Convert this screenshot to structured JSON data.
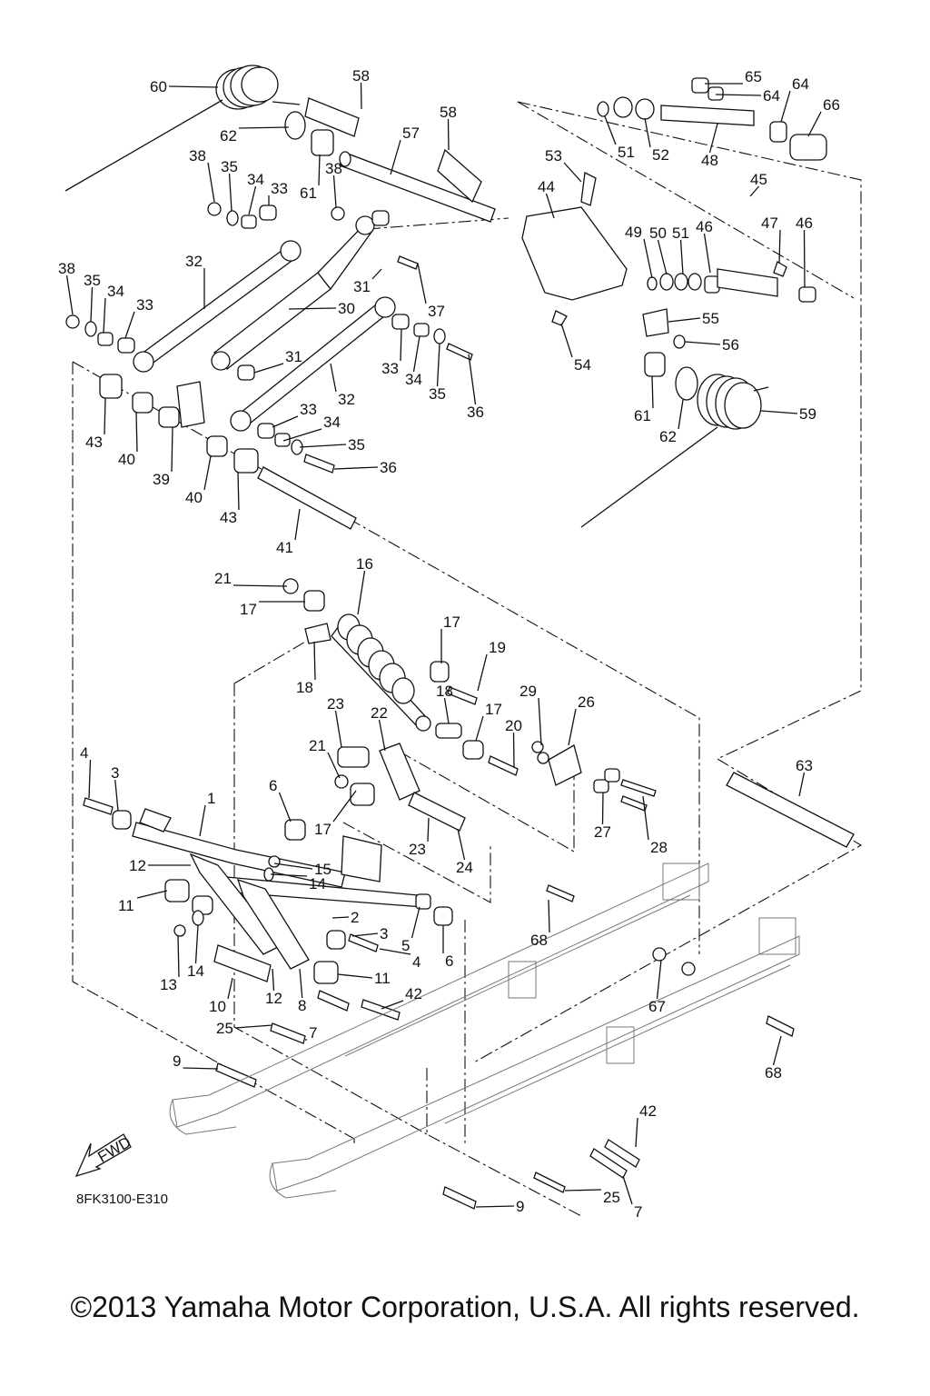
{
  "diagram_code": "8FK3100-E310",
  "copyright": "©2013 Yamaha Motor Corporation, U.S.A. All rights reserved.",
  "fwd_label": "FWD",
  "callouts": [
    {
      "id": "c60",
      "text": "60"
    },
    {
      "id": "c58a",
      "text": "58"
    },
    {
      "id": "c58b",
      "text": "58"
    },
    {
      "id": "c62a",
      "text": "62"
    },
    {
      "id": "c57",
      "text": "57"
    },
    {
      "id": "c38a",
      "text": "38"
    },
    {
      "id": "c35a",
      "text": "35"
    },
    {
      "id": "c34a",
      "text": "34"
    },
    {
      "id": "c33a",
      "text": "33"
    },
    {
      "id": "c61a",
      "text": "61"
    },
    {
      "id": "c38b",
      "text": "38"
    },
    {
      "id": "c65",
      "text": "65"
    },
    {
      "id": "c64a",
      "text": "64"
    },
    {
      "id": "c64b",
      "text": "64"
    },
    {
      "id": "c66",
      "text": "66"
    },
    {
      "id": "c51a",
      "text": "51"
    },
    {
      "id": "c52",
      "text": "52"
    },
    {
      "id": "c48",
      "text": "48"
    },
    {
      "id": "c53",
      "text": "53"
    },
    {
      "id": "c44",
      "text": "44"
    },
    {
      "id": "c45",
      "text": "45"
    },
    {
      "id": "c49",
      "text": "49"
    },
    {
      "id": "c50",
      "text": "50"
    },
    {
      "id": "c51b",
      "text": "51"
    },
    {
      "id": "c46a",
      "text": "46"
    },
    {
      "id": "c47",
      "text": "47"
    },
    {
      "id": "c46b",
      "text": "46"
    },
    {
      "id": "c38c",
      "text": "38"
    },
    {
      "id": "c35b",
      "text": "35"
    },
    {
      "id": "c34b",
      "text": "34"
    },
    {
      "id": "c33b",
      "text": "33"
    },
    {
      "id": "c32a",
      "text": "32"
    },
    {
      "id": "c31a",
      "text": "31"
    },
    {
      "id": "c37",
      "text": "37"
    },
    {
      "id": "c30",
      "text": "30"
    },
    {
      "id": "c55",
      "text": "55"
    },
    {
      "id": "c56",
      "text": "56"
    },
    {
      "id": "c54",
      "text": "54"
    },
    {
      "id": "c31b",
      "text": "31"
    },
    {
      "id": "c33c",
      "text": "33"
    },
    {
      "id": "c34c",
      "text": "34"
    },
    {
      "id": "c35c",
      "text": "35"
    },
    {
      "id": "c36a",
      "text": "36"
    },
    {
      "id": "c32b",
      "text": "32"
    },
    {
      "id": "c61b",
      "text": "61"
    },
    {
      "id": "c62b",
      "text": "62"
    },
    {
      "id": "c59",
      "text": "59"
    },
    {
      "id": "c43a",
      "text": "43"
    },
    {
      "id": "c40a",
      "text": "40"
    },
    {
      "id": "c33d",
      "text": "33"
    },
    {
      "id": "c34d",
      "text": "34"
    },
    {
      "id": "c35d",
      "text": "35"
    },
    {
      "id": "c36b",
      "text": "36"
    },
    {
      "id": "c39",
      "text": "39"
    },
    {
      "id": "c40b",
      "text": "40"
    },
    {
      "id": "c43b",
      "text": "43"
    },
    {
      "id": "c41",
      "text": "41"
    },
    {
      "id": "c21a",
      "text": "21"
    },
    {
      "id": "c16",
      "text": "16"
    },
    {
      "id": "c17a",
      "text": "17"
    },
    {
      "id": "c17b",
      "text": "17"
    },
    {
      "id": "c19",
      "text": "19"
    },
    {
      "id": "c18a",
      "text": "18"
    },
    {
      "id": "c23a",
      "text": "23"
    },
    {
      "id": "c22",
      "text": "22"
    },
    {
      "id": "c18b",
      "text": "18"
    },
    {
      "id": "c17c",
      "text": "17"
    },
    {
      "id": "c29",
      "text": "29"
    },
    {
      "id": "c26",
      "text": "26"
    },
    {
      "id": "c20",
      "text": "20"
    },
    {
      "id": "c21b",
      "text": "21"
    },
    {
      "id": "c4a",
      "text": "4"
    },
    {
      "id": "c3a",
      "text": "3"
    },
    {
      "id": "c6a",
      "text": "6"
    },
    {
      "id": "c1",
      "text": "1"
    },
    {
      "id": "c17d",
      "text": "17"
    },
    {
      "id": "c23b",
      "text": "23"
    },
    {
      "id": "c24",
      "text": "24"
    },
    {
      "id": "c63",
      "text": "63"
    },
    {
      "id": "c27",
      "text": "27"
    },
    {
      "id": "c28",
      "text": "28"
    },
    {
      "id": "c12a",
      "text": "12"
    },
    {
      "id": "c15",
      "text": "15"
    },
    {
      "id": "c14a",
      "text": "14"
    },
    {
      "id": "c11a",
      "text": "11"
    },
    {
      "id": "c2",
      "text": "2"
    },
    {
      "id": "c3b",
      "text": "3"
    },
    {
      "id": "c5",
      "text": "5"
    },
    {
      "id": "c6b",
      "text": "6"
    },
    {
      "id": "c68a",
      "text": "68"
    },
    {
      "id": "c13",
      "text": "13"
    },
    {
      "id": "c14b",
      "text": "14"
    },
    {
      "id": "c4b",
      "text": "4"
    },
    {
      "id": "c11b",
      "text": "11"
    },
    {
      "id": "c10",
      "text": "10"
    },
    {
      "id": "c12b",
      "text": "12"
    },
    {
      "id": "c8",
      "text": "8"
    },
    {
      "id": "c42a",
      "text": "42"
    },
    {
      "id": "c67",
      "text": "67"
    },
    {
      "id": "c25a",
      "text": "25"
    },
    {
      "id": "c7a",
      "text": "7"
    },
    {
      "id": "c9a",
      "text": "9"
    },
    {
      "id": "c68b",
      "text": "68"
    },
    {
      "id": "c42b",
      "text": "42"
    },
    {
      "id": "c25b",
      "text": "25"
    },
    {
      "id": "c7b",
      "text": "7"
    },
    {
      "id": "c9b",
      "text": "9"
    }
  ]
}
